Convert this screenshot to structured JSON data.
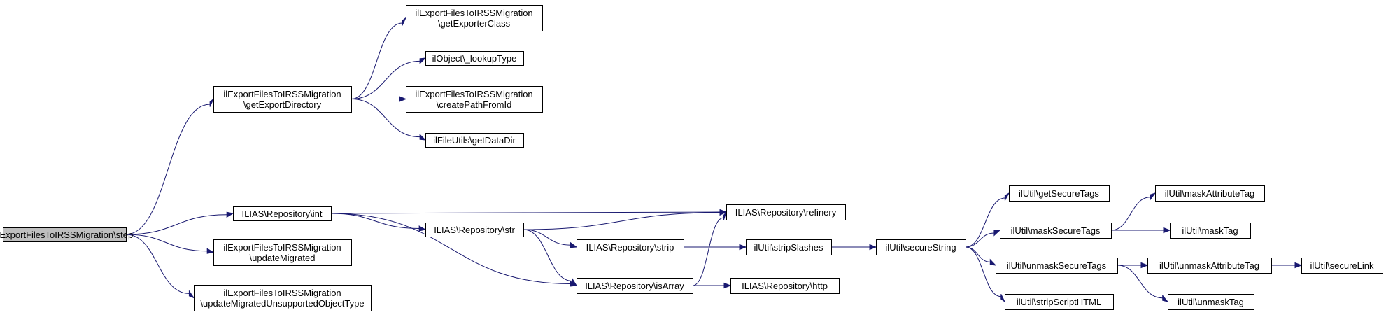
{
  "diagram": {
    "colors": {
      "edge": "#191970",
      "node_border": "#000000",
      "root_fill": "#bfbfbf",
      "node_fill": "#ffffff"
    },
    "nodes": [
      {
        "id": "step",
        "lines": [
          "ilExportFilesToIRSSMigration\\step"
        ],
        "root": true
      },
      {
        "id": "getExportDirectory",
        "lines": [
          "ilExportFilesToIRSSMigration",
          "\\getExportDirectory"
        ]
      },
      {
        "id": "getExporterClass",
        "lines": [
          "ilExportFilesToIRSSMigration",
          "\\getExporterClass"
        ]
      },
      {
        "id": "lookupType",
        "lines": [
          "ilObject\\_lookupType"
        ]
      },
      {
        "id": "createPathFromId",
        "lines": [
          "ilExportFilesToIRSSMigration",
          "\\createPathFromId"
        ]
      },
      {
        "id": "getDataDir",
        "lines": [
          "ilFileUtils\\getDataDir"
        ]
      },
      {
        "id": "repoInt",
        "lines": [
          "ILIAS\\Repository\\int"
        ]
      },
      {
        "id": "updateMigrated",
        "lines": [
          "ilExportFilesToIRSSMigration",
          "\\updateMigrated"
        ]
      },
      {
        "id": "updateMigratedUnsupported",
        "lines": [
          "ilExportFilesToIRSSMigration",
          "\\updateMigratedUnsupportedObjectType"
        ]
      },
      {
        "id": "repoStr",
        "lines": [
          "ILIAS\\Repository\\str"
        ]
      },
      {
        "id": "repoRefinery",
        "lines": [
          "ILIAS\\Repository\\refinery"
        ]
      },
      {
        "id": "repoStrip",
        "lines": [
          "ILIAS\\Repository\\strip"
        ]
      },
      {
        "id": "repoIsArray",
        "lines": [
          "ILIAS\\Repository\\isArray"
        ]
      },
      {
        "id": "repoHttp",
        "lines": [
          "ILIAS\\Repository\\http"
        ]
      },
      {
        "id": "stripSlashes",
        "lines": [
          "ilUtil\\stripSlashes"
        ]
      },
      {
        "id": "secureString",
        "lines": [
          "ilUtil\\secureString"
        ]
      },
      {
        "id": "getSecureTags",
        "lines": [
          "ilUtil\\getSecureTags"
        ]
      },
      {
        "id": "maskSecureTags",
        "lines": [
          "ilUtil\\maskSecureTags"
        ]
      },
      {
        "id": "unmaskSecureTags",
        "lines": [
          "ilUtil\\unmaskSecureTags"
        ]
      },
      {
        "id": "stripScriptHTML",
        "lines": [
          "ilUtil\\stripScriptHTML"
        ]
      },
      {
        "id": "maskAttributeTag",
        "lines": [
          "ilUtil\\maskAttributeTag"
        ]
      },
      {
        "id": "maskTag",
        "lines": [
          "ilUtil\\maskTag"
        ]
      },
      {
        "id": "unmaskAttributeTag",
        "lines": [
          "ilUtil\\unmaskAttributeTag"
        ]
      },
      {
        "id": "unmaskTag",
        "lines": [
          "ilUtil\\unmaskTag"
        ]
      },
      {
        "id": "secureLink",
        "lines": [
          "ilUtil\\secureLink"
        ]
      }
    ],
    "edges": [
      [
        "step",
        "getExportDirectory"
      ],
      [
        "step",
        "repoInt"
      ],
      [
        "step",
        "updateMigrated"
      ],
      [
        "step",
        "updateMigratedUnsupported"
      ],
      [
        "getExportDirectory",
        "getExporterClass"
      ],
      [
        "getExportDirectory",
        "lookupType"
      ],
      [
        "getExportDirectory",
        "createPathFromId"
      ],
      [
        "getExportDirectory",
        "getDataDir"
      ],
      [
        "repoInt",
        "repoRefinery"
      ],
      [
        "repoInt",
        "repoStr"
      ],
      [
        "repoInt",
        "repoIsArray"
      ],
      [
        "repoStr",
        "repoRefinery"
      ],
      [
        "repoStr",
        "repoStrip"
      ],
      [
        "repoStr",
        "repoIsArray"
      ],
      [
        "repoStrip",
        "stripSlashes"
      ],
      [
        "repoIsArray",
        "repoRefinery"
      ],
      [
        "repoIsArray",
        "repoHttp"
      ],
      [
        "stripSlashes",
        "secureString"
      ],
      [
        "secureString",
        "getSecureTags"
      ],
      [
        "secureString",
        "maskSecureTags"
      ],
      [
        "secureString",
        "unmaskSecureTags"
      ],
      [
        "secureString",
        "stripScriptHTML"
      ],
      [
        "maskSecureTags",
        "maskAttributeTag"
      ],
      [
        "maskSecureTags",
        "maskTag"
      ],
      [
        "unmaskSecureTags",
        "unmaskAttributeTag"
      ],
      [
        "unmaskSecureTags",
        "unmaskTag"
      ],
      [
        "unmaskAttributeTag",
        "secureLink"
      ]
    ]
  }
}
